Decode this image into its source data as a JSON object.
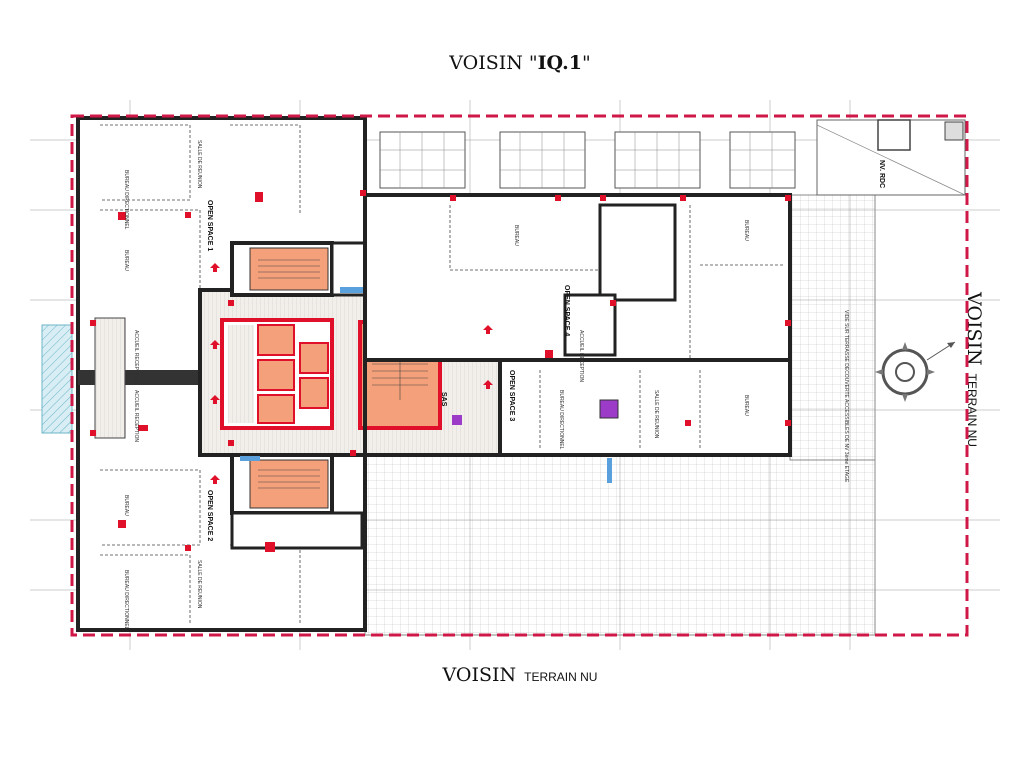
{
  "titles": {
    "top_prefix": "VOISIN \"",
    "top_bold": "IQ.1",
    "top_suffix": "\"",
    "right_main": "VOISIN",
    "right_sub": "TERRAIN NU",
    "bottom_main": "VOISIN",
    "bottom_sub": "TERRAIN NU"
  },
  "plan": {
    "open_spaces": [
      "OPEN SPACE 1",
      "OPEN SPACE 2",
      "OPEN SPACE 3",
      "OPEN SPACE 4"
    ],
    "rooms": {
      "bureau": "BUREAU",
      "bureau_directionnel": "BUREAU DIRECTIONNEL",
      "salle_reunion": "SALLE DE REUNION",
      "accueil": "ACCUEIL RECEPTION",
      "sas": "SAS",
      "nv_rdc": "NV. RDC",
      "terrace": "VIDE SUR TERRASSE DECOUVERTE ACCESSIBLES DE NV 3ème ETAGE"
    },
    "colors": {
      "boundary": "#d01848",
      "core": "#f4a07a",
      "wall": "#222222",
      "accent": "#e0102a",
      "area_text": "#d63aa8"
    }
  }
}
